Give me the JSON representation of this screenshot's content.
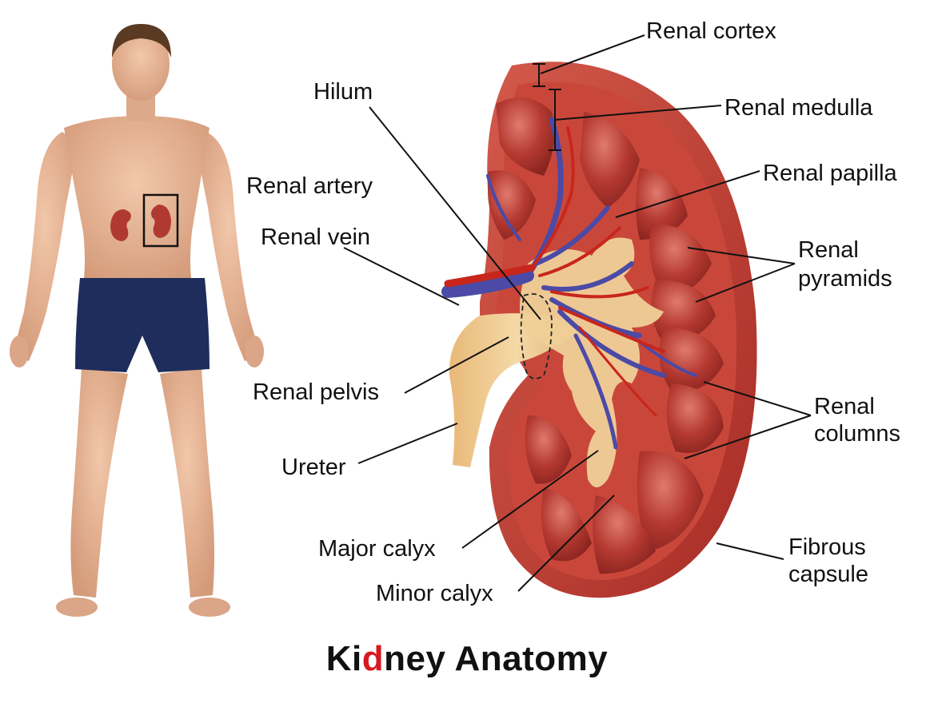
{
  "title": {
    "before": "Ki",
    "highlight": "d",
    "after": "ney Anatomy",
    "highlight_color": "#d71920"
  },
  "labels": {
    "renal_cortex": "Renal cortex",
    "hilum": "Hilum",
    "renal_medulla": "Renal medulla",
    "renal_artery": "Renal artery",
    "renal_papilla": "Renal papilla",
    "renal_vein": "Renal vein",
    "renal_pyramids_1": "Renal",
    "renal_pyramids_2": "pyramids",
    "renal_pelvis": "Renal pelvis",
    "renal_columns_1": "Renal",
    "renal_columns_2": "columns",
    "ureter": "Ureter",
    "major_calyx": "Major calyx",
    "fibrous_capsule_1": "Fibrous",
    "fibrous_capsule_2": "capsule",
    "minor_calyx": "Minor calyx"
  },
  "colors": {
    "capsule": "#b8322a",
    "cortex": "#c9473a",
    "pyramid": "#a8312b",
    "pyramid_highlight": "#d9645a",
    "calyx": "#f0d098",
    "vein": "#4b4aa6",
    "artery": "#c8261c",
    "skin": "#e6b393",
    "shorts": "#1f2d5c",
    "hair": "#5a3a22"
  }
}
